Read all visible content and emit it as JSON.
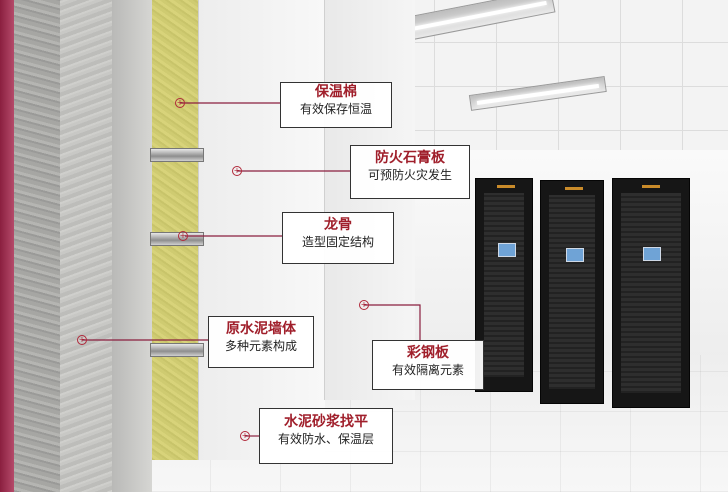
{
  "callouts": [
    {
      "title": "保温棉",
      "desc": "有效保存恒温"
    },
    {
      "title": "防火石膏板",
      "desc": "可预防火灾发生"
    },
    {
      "title": "龙骨",
      "desc": "造型固定结构"
    },
    {
      "title": "原水泥墙体",
      "desc": "多种元素构成"
    },
    {
      "title": "彩钢板",
      "desc": "有效隔离元素"
    },
    {
      "title": "水泥砂浆找平",
      "desc": "有效防水、保温层"
    }
  ],
  "colors": {
    "accent": "#a01f2b",
    "leader": "#8a1f3f"
  },
  "icons": {
    "marker": "crosshair-marker-icon"
  }
}
